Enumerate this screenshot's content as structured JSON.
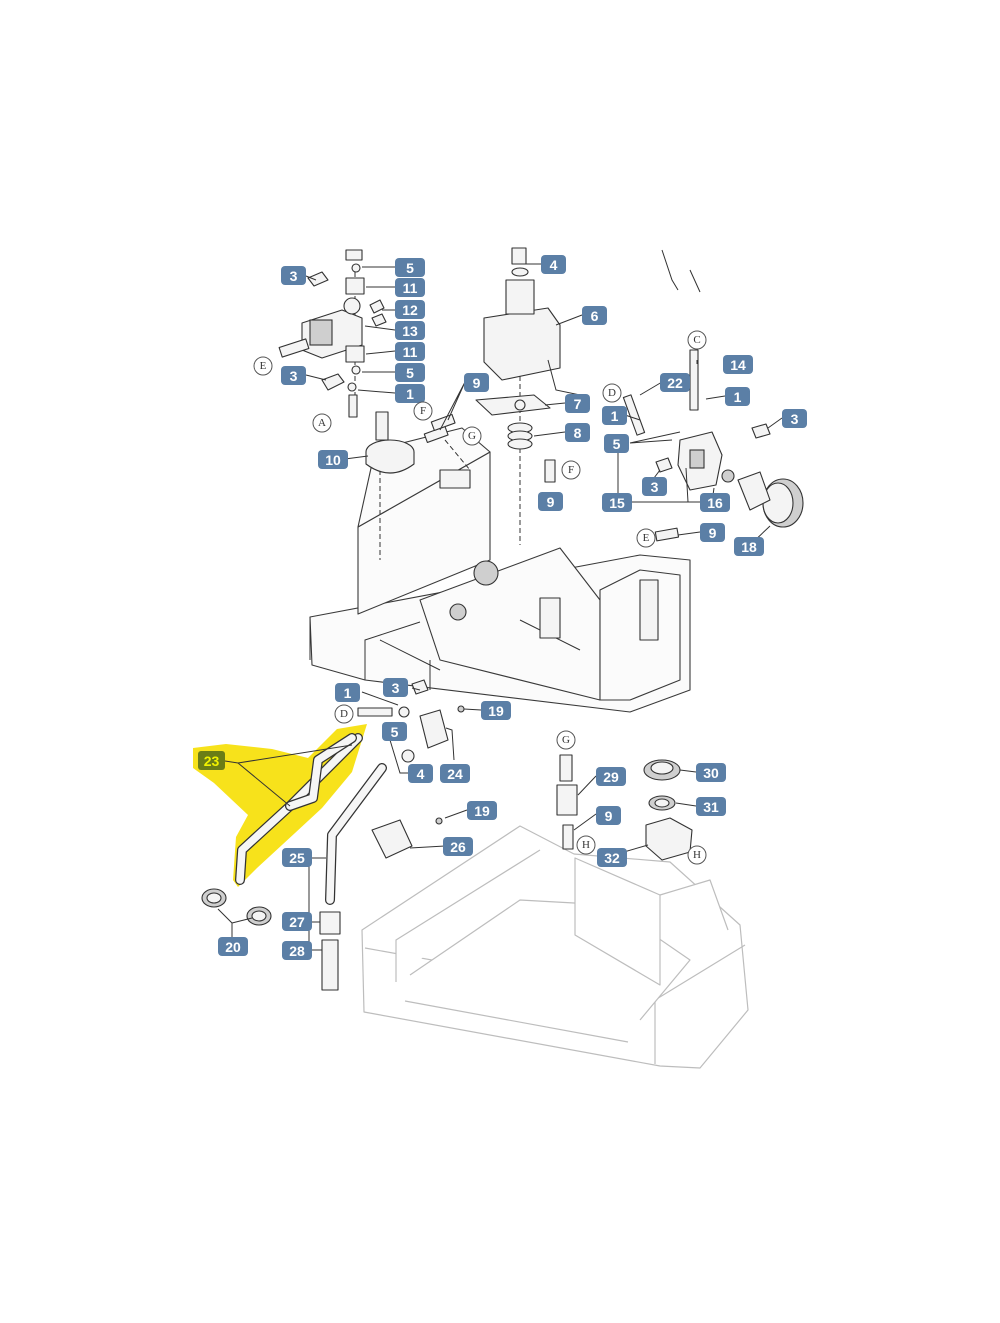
{
  "diagram": {
    "highlight_color": "#f7e21b",
    "tag_color": "#5b7fa6",
    "highlighted_tag_color": "#6b7d16",
    "highlighted_part": "23",
    "part_tags": {
      "p1a": "1",
      "p1b": "1",
      "p1c": "1",
      "p3a": "3",
      "p3b": "3",
      "p3c": "3",
      "p3d": "3",
      "p3e": "3",
      "p4a": "4",
      "p4b": "4",
      "p5a": "5",
      "p5b": "5",
      "p5c": "5",
      "p5d": "5",
      "p6": "6",
      "p7": "7",
      "p8": "8",
      "p9a": "9",
      "p9b": "9",
      "p9c": "9",
      "p9d": "9",
      "p10": "10",
      "p11a": "11",
      "p11b": "11",
      "p12": "12",
      "p13": "13",
      "p14": "14",
      "p15": "15",
      "p16": "16",
      "p18": "18",
      "p19a": "19",
      "p19b": "19",
      "p20": "20",
      "p22": "22",
      "p23": "23",
      "p24": "24",
      "p25": "25",
      "p26": "26",
      "p27": "27",
      "p28": "28",
      "p29": "29",
      "p30": "30",
      "p31": "31",
      "p32": "32"
    },
    "reference_letters": {
      "ra1": "A",
      "rc1": "C",
      "rd1": "D",
      "rd2": "D",
      "re1": "E",
      "re2": "E",
      "rf1": "F",
      "rf2": "F",
      "rg1": "G",
      "rg2": "G",
      "rh1": "H",
      "rh2": "H"
    }
  }
}
